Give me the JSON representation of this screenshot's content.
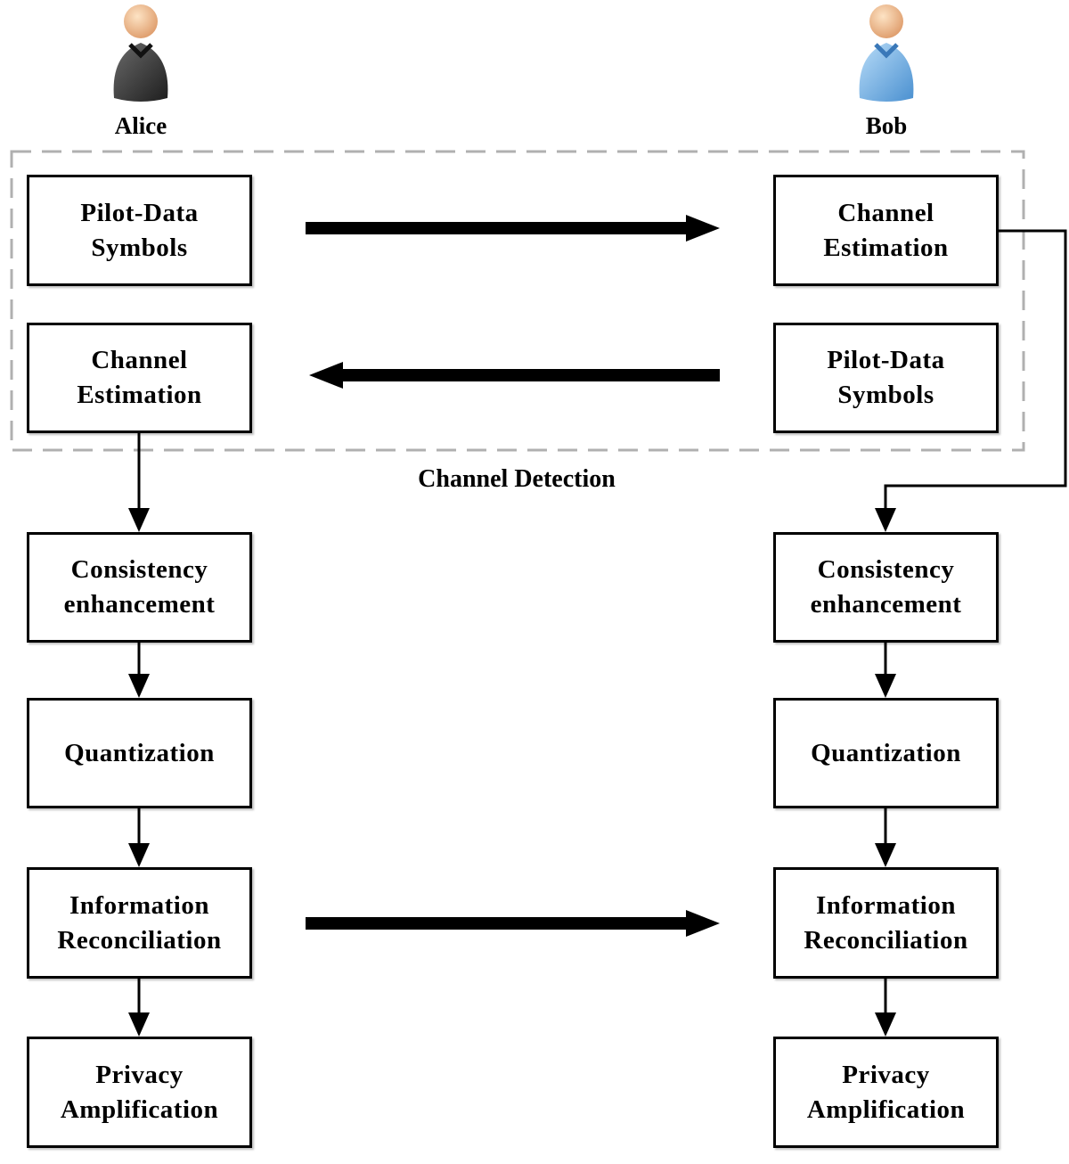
{
  "alice": {
    "name": "Alice",
    "steps": [
      "Pilot-Data\nSymbols",
      "Channel\nEstimation",
      "Consistency\nenhancement",
      "Quantization",
      "Information\nReconciliation",
      "Privacy\nAmplification"
    ]
  },
  "bob": {
    "name": "Bob",
    "steps": [
      "Channel\nEstimation",
      "Pilot-Data\nSymbols",
      "Consistency\nenhancement",
      "Quantization",
      "Information\nReconciliation",
      "Privacy\nAmplification"
    ]
  },
  "channel_detection": {
    "label": "Channel Detection"
  },
  "icons": {
    "alice": "person-dark-icon",
    "bob": "person-blue-icon"
  },
  "colors": {
    "alice_body": "#3a3a3a",
    "bob_body": "#7fb8e8",
    "dashed_border": "#b0b0b0"
  }
}
